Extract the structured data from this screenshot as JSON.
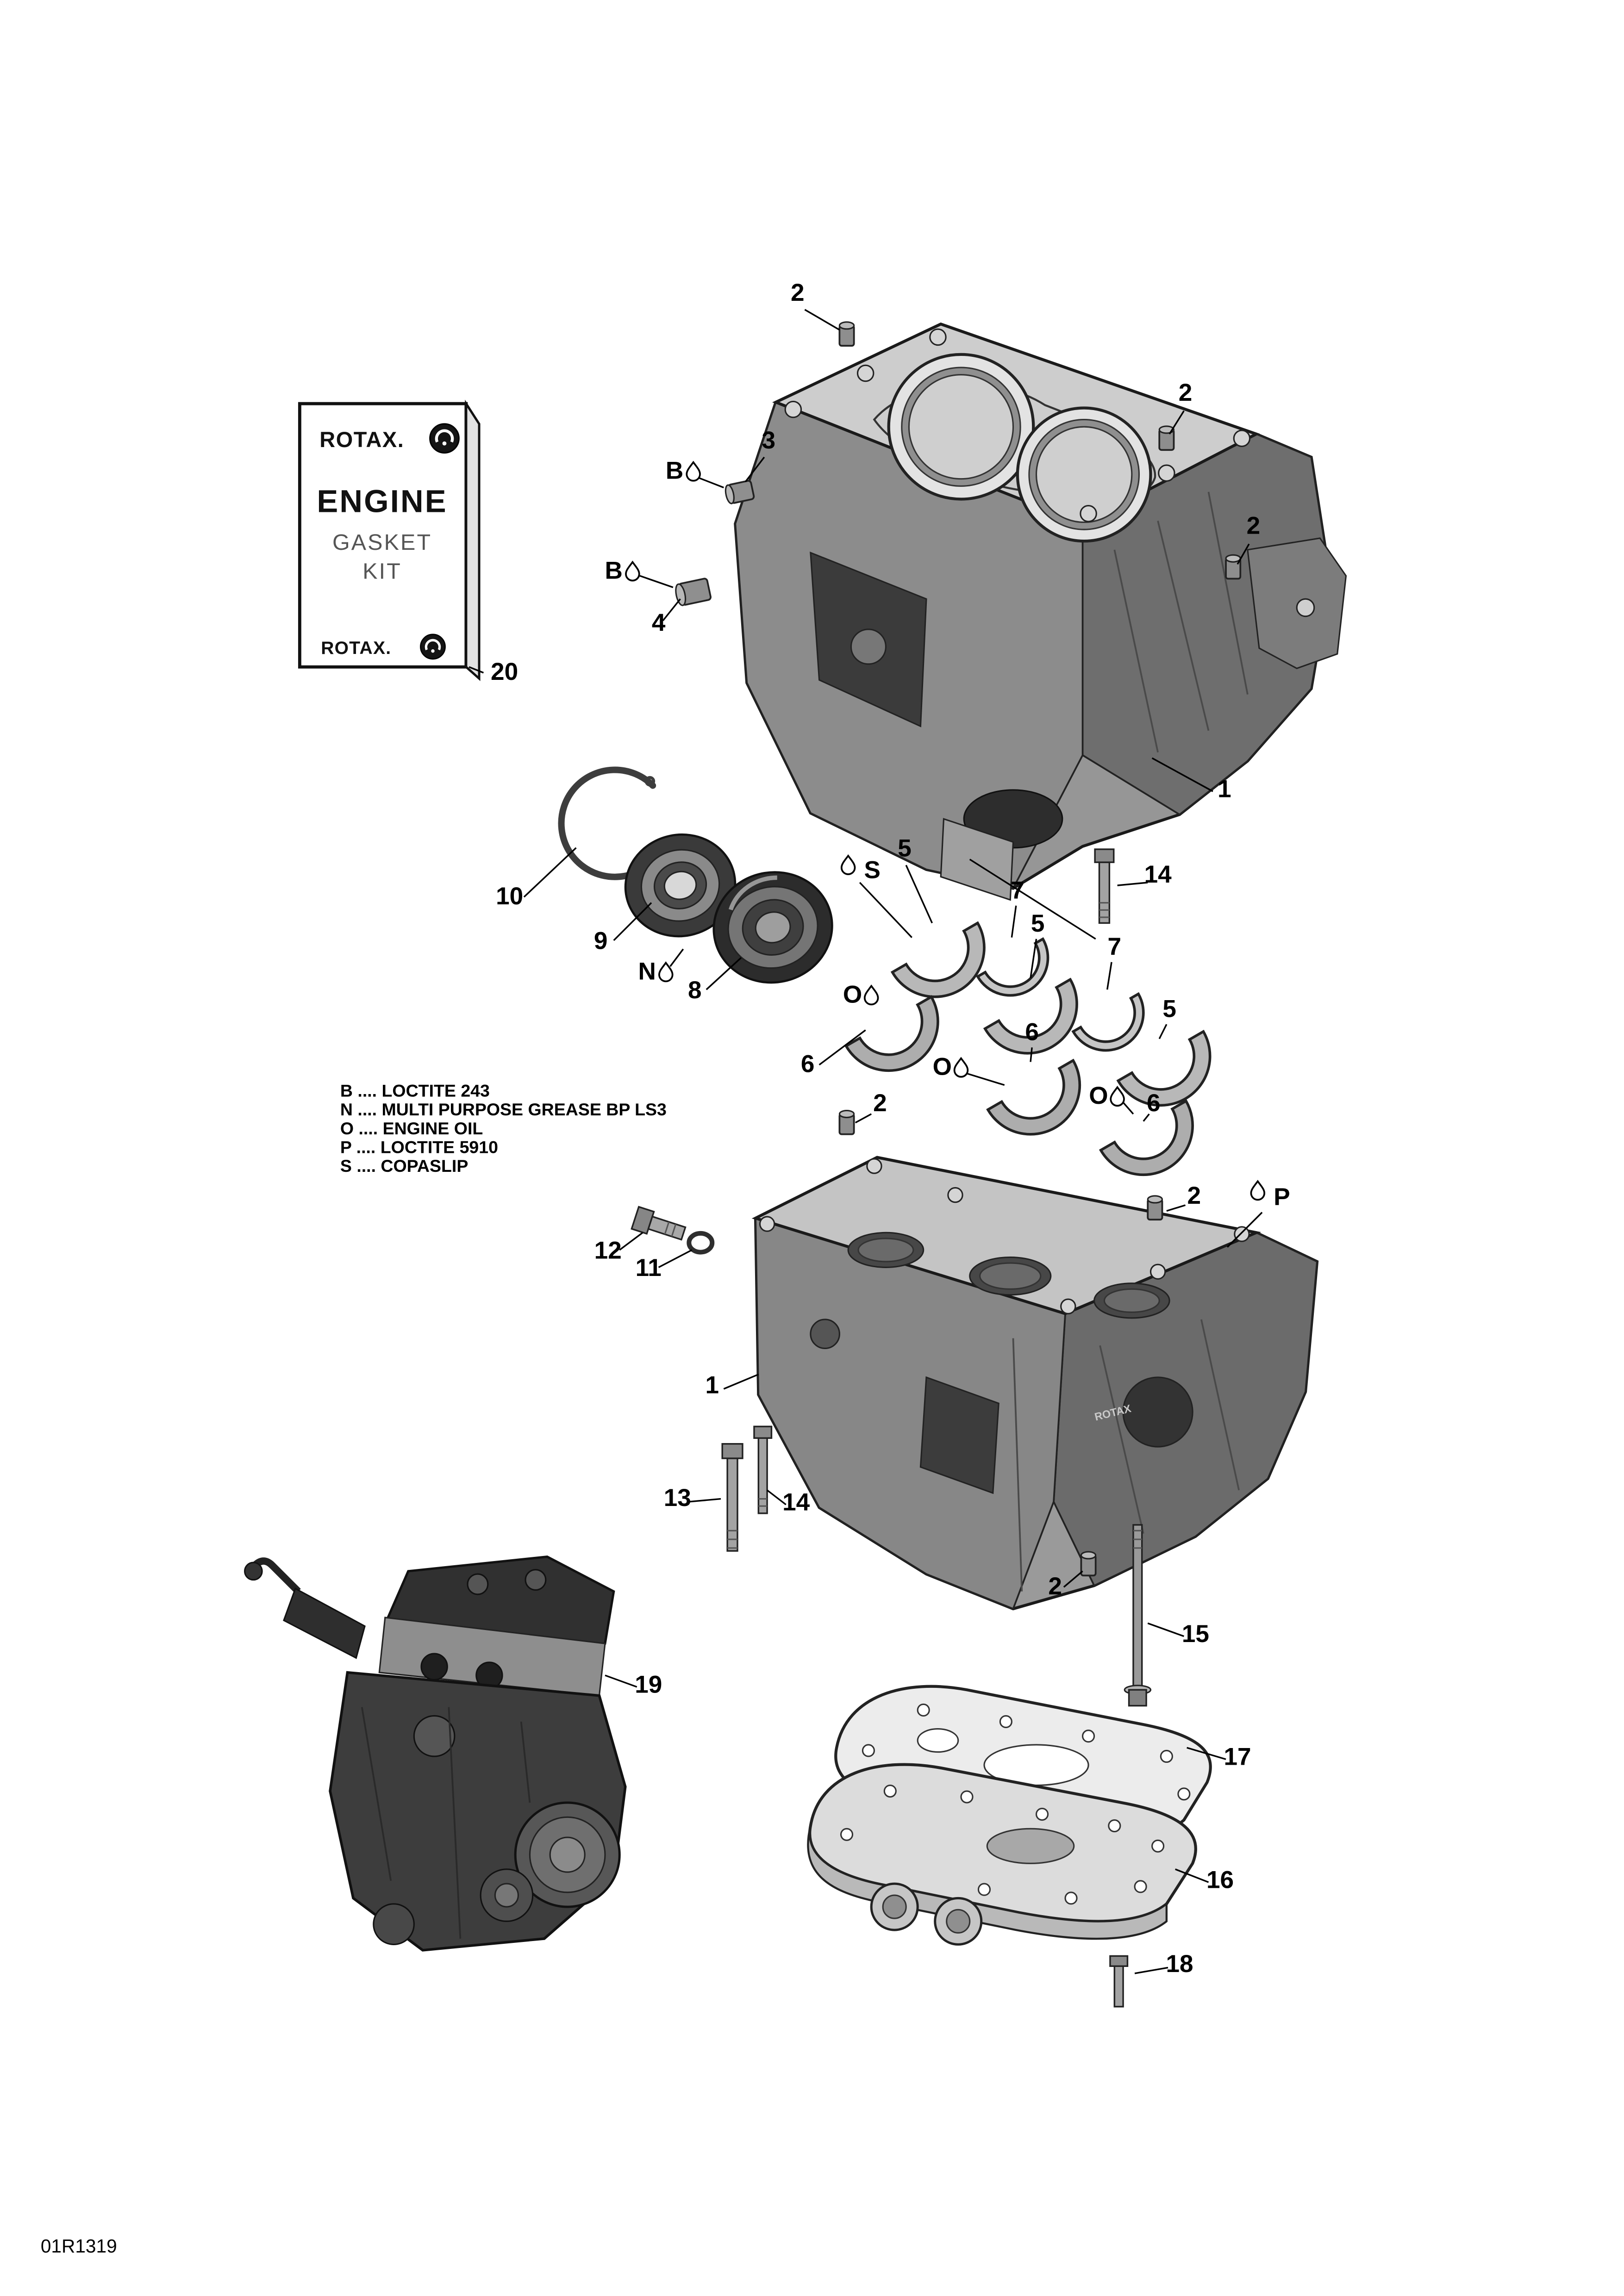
{
  "page": {
    "doc_number": "01R1319"
  },
  "gasket_kit_box": {
    "brand_top": "ROTAX.",
    "title": "ENGINE",
    "subtitle1": "GASKET",
    "subtitle2": "KIT",
    "brand_bottom": "ROTAX.",
    "callout": "20"
  },
  "legend": {
    "lines": [
      "B .... LOCTITE 243",
      "N .... MULTI PURPOSE GREASE BP LS3",
      "O .... ENGINE OIL",
      "P .... LOCTITE 5910",
      "S .... COPASLIP"
    ]
  },
  "cast_text": "ROTAX",
  "callouts": {
    "bolt2_top": "2",
    "bolt2_right_upper": "2",
    "plug3": "3",
    "marker_b_upper": "B",
    "bolt2_right_lower": "2",
    "marker_b_lower": "B",
    "plug4": "4",
    "block1_upper": "1",
    "ring10": "10",
    "seal9": "9",
    "marker_n": "N",
    "bearing8": "8",
    "marker_s": "S",
    "shell5_a": "5",
    "washer7_a": "7",
    "shell5_b": "5",
    "washer7_b": "7",
    "bolt14_upper": "14",
    "marker_o_a": "O",
    "shell6_a": "6",
    "marker_o_b": "O",
    "shell6_b": "6",
    "shell5_c": "5",
    "marker_o_c": "O",
    "shell6_c": "6",
    "bolt2_mid": "2",
    "banjo12": "12",
    "washer11": "11",
    "bolt2_lower_right": "2",
    "marker_p": "P",
    "block1_lower": "1",
    "bolt13": "13",
    "bolt14_lower": "14",
    "bolt2_bottom": "2",
    "bolt15": "15",
    "engine19": "19",
    "gasket17": "17",
    "oilpan16": "16",
    "bolt18": "18"
  }
}
